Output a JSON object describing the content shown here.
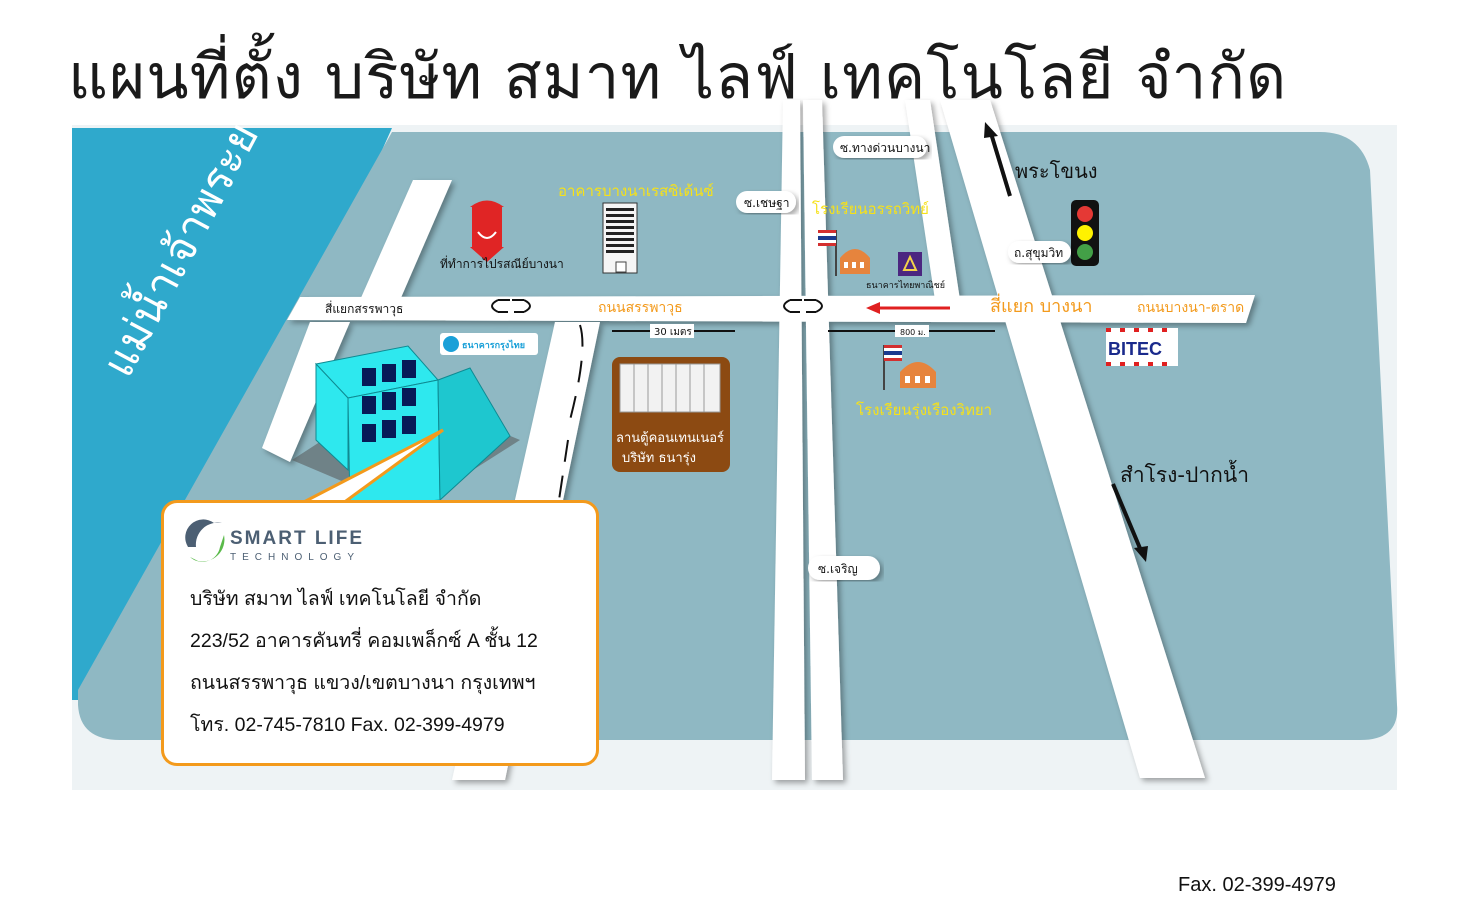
{
  "title": "แผนที่ตั้ง บริษัท สมาท ไลฟ์ เทคโนโลยี จำกัด",
  "river": "แม่น้ำเจ้าพระยา",
  "roads": {
    "sanphawut": "ถนนสรรพาวุธ",
    "bangna_trat": "ถนนบางนา-ตราด",
    "sukhumvit": "ถ.สุขุมวิท",
    "soi_thang_duan": "ซ.ทางด่วนบางนา",
    "soi_setthi": "ซ.เชษฐา",
    "soi_charoen": "ซ.เจริญ"
  },
  "junctions": {
    "sanphawut": "สี่แยกสรรพาวุธ",
    "bangna": "สี่แยก บางนา"
  },
  "directions": {
    "north": "พระโขนง",
    "south": "สำโรง-ปากน้ำ"
  },
  "distances": {
    "d30": "30 เมตร",
    "d800": "800 ม."
  },
  "landmarks": {
    "post_office": "ที่ทำการไปรสณีย์บางนา",
    "residence": "อาคารบางนาเรสซิเด้นซ์",
    "school_north": "โรงเรียนอรรถวิทย์",
    "scb": "ธนาคารไทยพาณิชย์",
    "ktb": "ธนาคารกรุงไทย",
    "container_yard": "ลานตู้คอนเทนเนอร์",
    "container_company": "บริษัท ธนารุ่ง",
    "school_south": "โรงเรียนรุ่งเรืองวิทยา",
    "bitec": "BITEC"
  },
  "company": {
    "logo_line1": "SMART LIFE",
    "logo_line2": "TECHNOLOGY",
    "name": "บริษัท สมาท ไลฟ์  เทคโนโลยี จำกัด",
    "address1": "223/52 อาคารคันทรี่ คอมเพล็กซ์ A ชั้น 12",
    "address2": "ถนนสรรพาวุธ    แขวง/เขตบางนา    กรุงเทพฯ",
    "contact": "โทร. 02-745-7810 Fax. 02-399-4979"
  },
  "footer_fax": "Fax. 02-399-4979",
  "colors": {
    "river": "#2fa9cc",
    "land": "#8fb8c3",
    "road": "#ffffff",
    "accent_orange": "#f39a1c",
    "label_yellow": "#f6e11a",
    "building": "#2ee8ee",
    "container_yard": "#8c4a12",
    "arrow_red": "#e02020",
    "ktb_blue": "#1aa0d8",
    "scb_purple": "#4b2680"
  }
}
